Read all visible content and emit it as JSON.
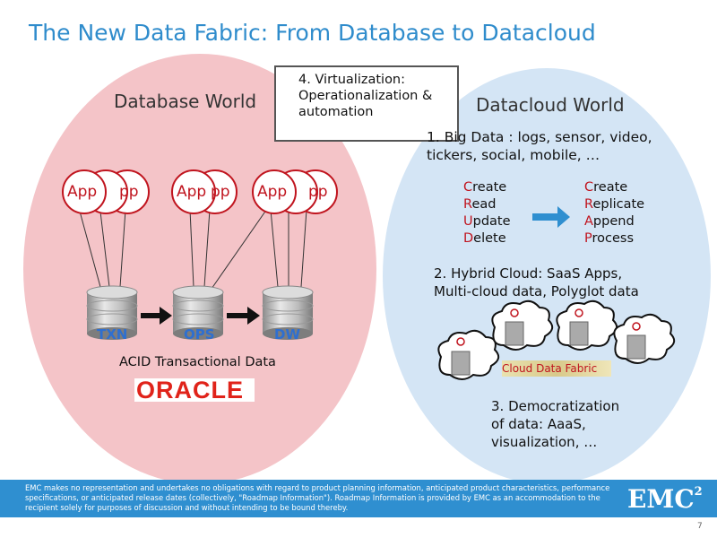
{
  "title": "The New Data Fabric: From Database to Datacloud",
  "database_world": {
    "heading": "Database World",
    "app_label": "App",
    "app_partial_labels": [
      "pp",
      "pp",
      "pp"
    ],
    "db_labels": [
      "TXN",
      "OPS",
      "DW"
    ],
    "caption": "ACID Transactional Data",
    "logo": "ORACLE"
  },
  "virtualization": {
    "line1": "4. Virtualization:",
    "line2": "Operationalization &",
    "line3": "automation"
  },
  "datacloud_world": {
    "heading": "Datacloud World",
    "big_data_line1": "1. Big Data :  logs, sensor, video,",
    "big_data_line2": "tickers, social, mobile, …",
    "crud_left": [
      {
        "first": "C",
        "rest": "reate"
      },
      {
        "first": "R",
        "rest": "ead"
      },
      {
        "first": "U",
        "rest": "pdate"
      },
      {
        "first": "D",
        "rest": "elete"
      }
    ],
    "crud_right": [
      {
        "first": "C",
        "rest": "reate"
      },
      {
        "first": "R",
        "rest": "eplicate"
      },
      {
        "first": "A",
        "rest": "ppend"
      },
      {
        "first": "P",
        "rest": "rocess"
      }
    ],
    "hybrid_line1": "2. Hybrid Cloud: SaaS Apps,",
    "hybrid_line2": "Multi-cloud data, Polyglot data",
    "fabric_label": "Cloud Data Fabric",
    "democ_line1": "3. Democratization",
    "democ_line2": "of data: AaaS,",
    "democ_line3": "visualization, …"
  },
  "footer": {
    "disclaimer": "EMC makes no representation and undertakes no obligations with regard to product planning information, anticipated product characteristics, performance specifications, or anticipated release dates (collectively, \"Roadmap Information\"). Roadmap Information is provided by EMC as an accommodation to the recipient solely for purposes of discussion and without intending to be bound thereby.",
    "brand": "EMC",
    "brand_sup": "2",
    "page_number": "7"
  },
  "colors": {
    "title": "#2f8ccc",
    "left_ellipse": "#f4c4c8",
    "right_ellipse": "#cfe2f3",
    "app_circle_stroke": "#c0141e",
    "arrow_blue": "#2f8fd0",
    "footer_bg": "#2f8fd0",
    "db_label": "#2e6fd0",
    "oracle": "#e0231a"
  }
}
